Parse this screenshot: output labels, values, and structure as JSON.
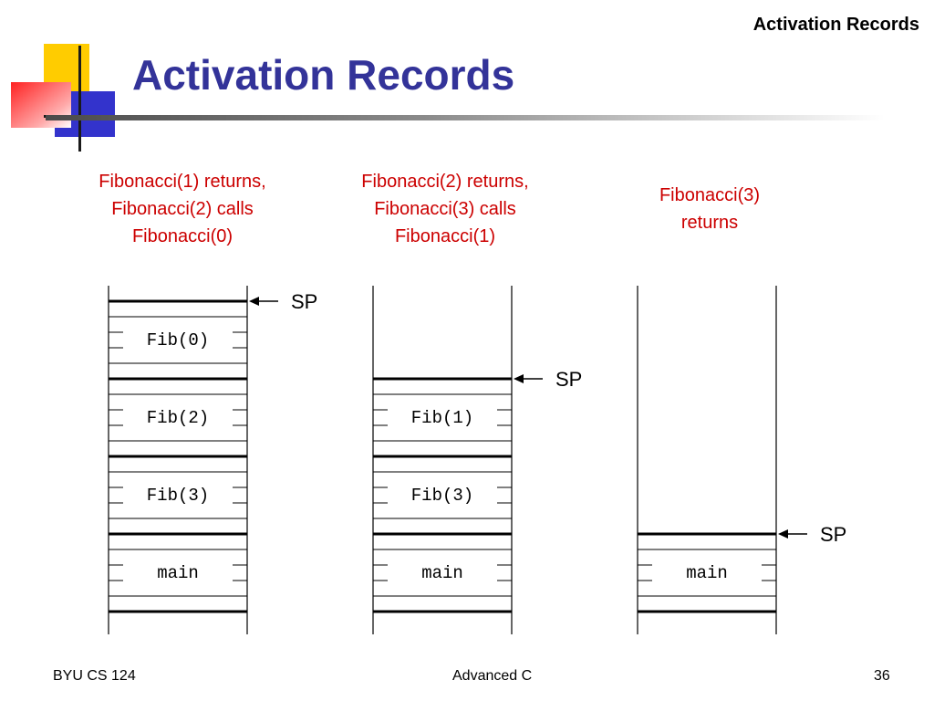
{
  "header": {
    "label": "Activation Records"
  },
  "slide": {
    "title": "Activation Records"
  },
  "stacks": [
    {
      "caption": "Fibonacci(1) returns,\nFibonacci(2) calls\nFibonacci(0)",
      "frames": [
        "Fib(0)",
        "Fib(2)",
        "Fib(3)",
        "main"
      ],
      "sp_label": "SP"
    },
    {
      "caption": "Fibonacci(2) returns,\nFibonacci(3) calls\nFibonacci(1)",
      "frames": [
        "Fib(1)",
        "Fib(3)",
        "main"
      ],
      "sp_label": "SP"
    },
    {
      "caption": "Fibonacci(3)\nreturns",
      "frames": [
        "main"
      ],
      "sp_label": "SP"
    }
  ],
  "footer": {
    "left": "BYU CS 124",
    "center": "Advanced C",
    "page": "36"
  },
  "colors": {
    "title": "#333399",
    "caption": "#cc0000",
    "logo_yellow": "#ffcc00",
    "logo_red": "#ff3333",
    "logo_blue": "#3333cc"
  }
}
